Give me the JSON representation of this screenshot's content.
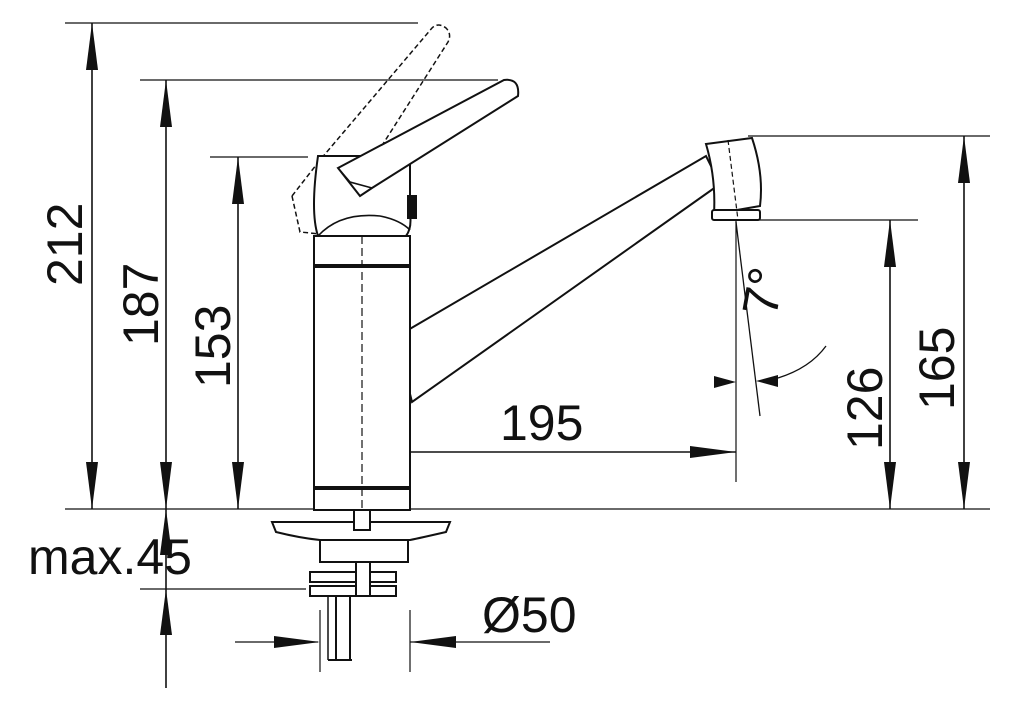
{
  "dimensions": {
    "height_total": "212",
    "height_handle_raised": "187",
    "height_body": "153",
    "spout_reach": "195",
    "spout_angle": "7°",
    "spout_outlet_height": "126",
    "spout_top_height": "165",
    "max_counter_thickness": "max.45",
    "mounting_hole_diameter": "Ø50"
  },
  "colors": {
    "line": "#111111",
    "background": "#ffffff"
  }
}
